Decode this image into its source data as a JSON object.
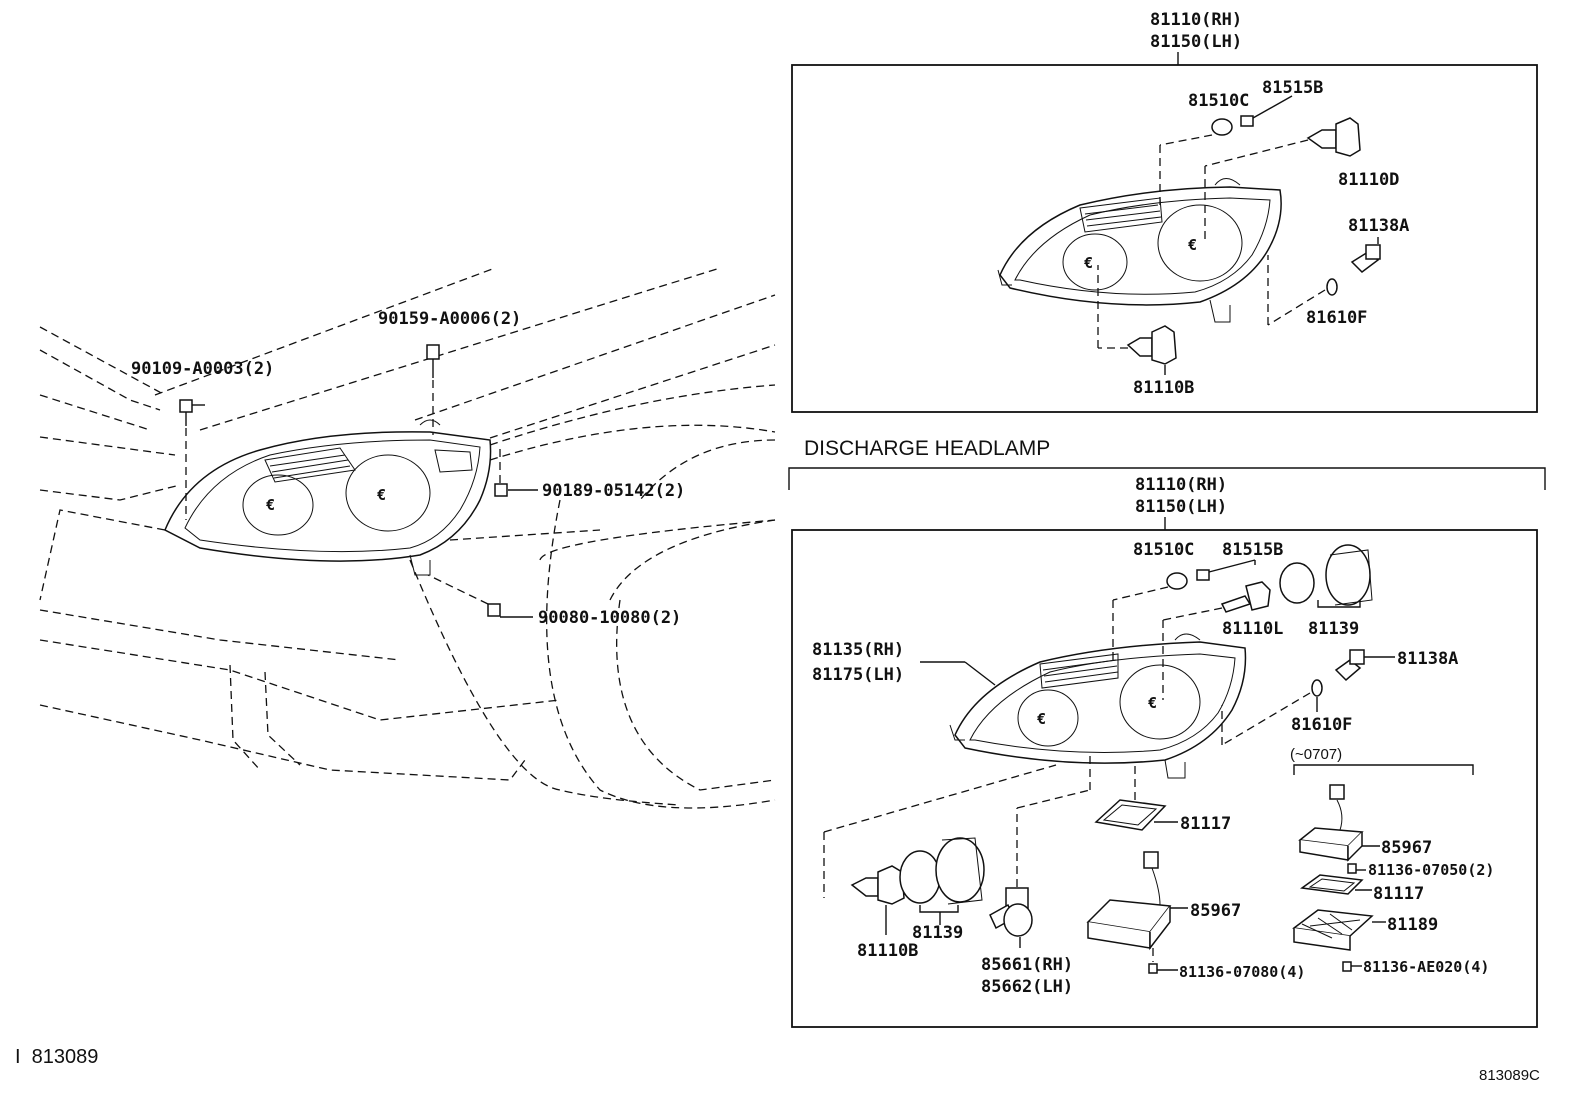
{
  "figure": {
    "code_bottom_left": "I  813089",
    "code_bottom_right": "813089C",
    "section_title": "DISCHARGE HEADLAMP"
  },
  "labels": {
    "left": {
      "screw_top": "90159-A0006(2)",
      "screw_left": "90109-A0003(2)",
      "screw_right": "90189-05142(2)",
      "screw_bottom": "90080-10080(2)"
    },
    "top_box": {
      "assy_rh": "81110(RH)",
      "assy_lh": "81150(LH)",
      "bulb_c": "81510C",
      "socket_b": "81515B",
      "bulb_d": "81110D",
      "socket_a": "81138A",
      "bulb_f": "81610F",
      "bulb_b": "81110B"
    },
    "bottom_box": {
      "assy_rh": "81110(RH)",
      "assy_lh": "81150(LH)",
      "bulb_c": "81510C",
      "socket_b": "81515B",
      "bulb_l": "81110L",
      "cover_top": "81139",
      "socket_a": "81138A",
      "bulb_f": "81610F",
      "unit_rh": "81135(RH)",
      "unit_lh": "81175(LH)",
      "date_range": "(~0707)",
      "gasket": "81117",
      "ballast_top": "85967",
      "screw_a": "81136-07050(2)",
      "gasket_right": "81117",
      "bracket": "81189",
      "screw_ae": "81136-AE020(4)",
      "ballast": "85967",
      "screw_b": "81136-07080(4)",
      "cover_bottom": "81139",
      "bulb_b": "81110B",
      "actuator_rh": "85661(RH)",
      "actuator_lh": "85662(LH)"
    }
  }
}
